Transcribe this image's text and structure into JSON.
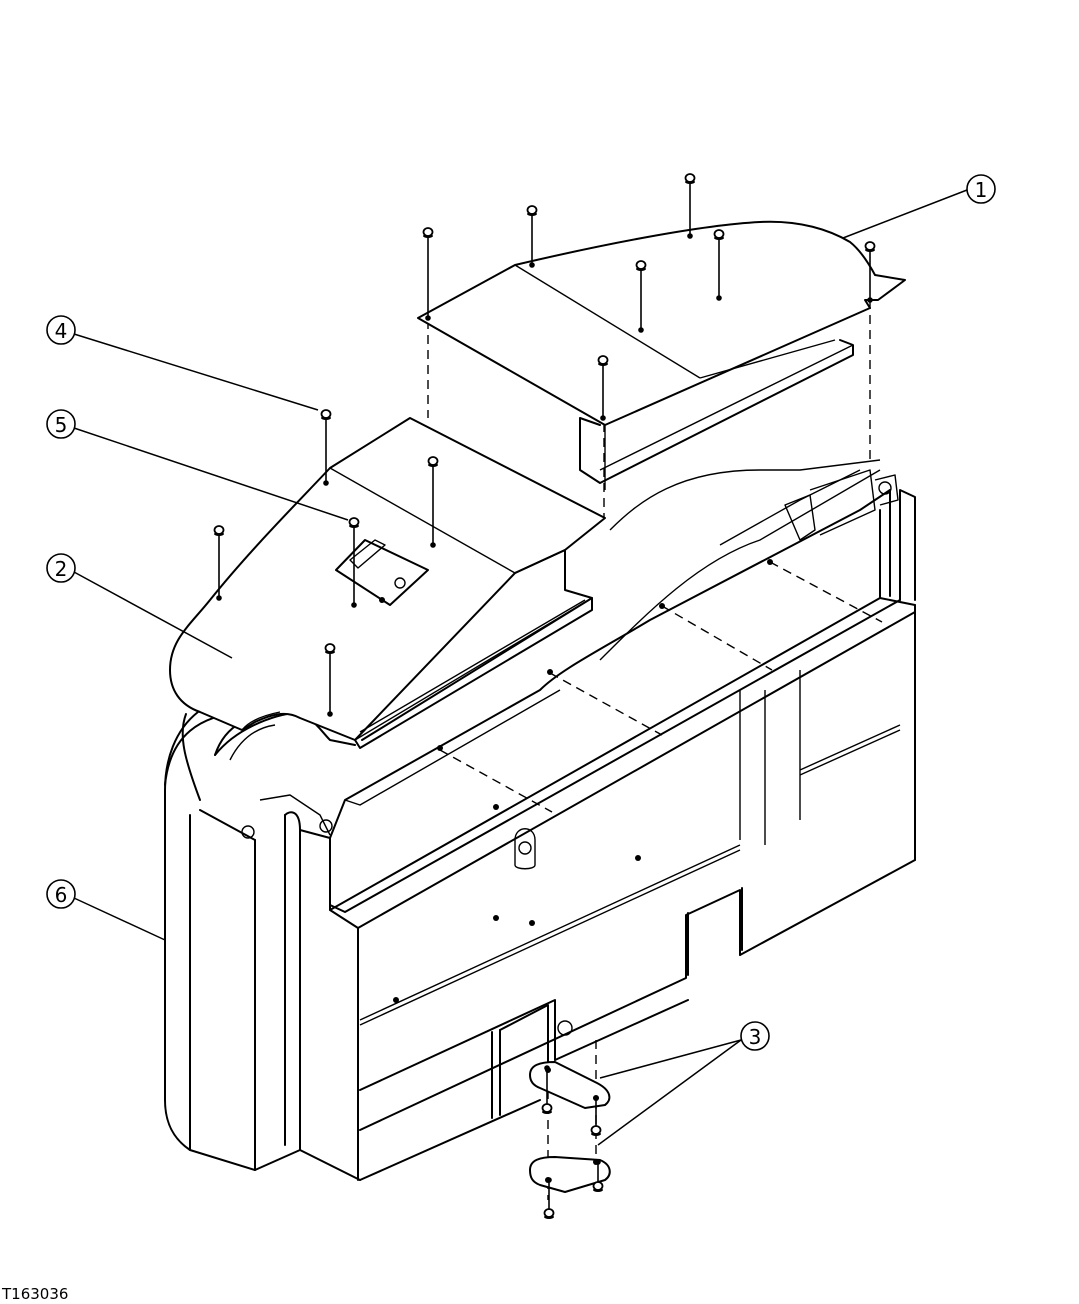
{
  "diagram": {
    "drawing_id": "T163036",
    "callouts": [
      {
        "id": "callout-1",
        "label": "1"
      },
      {
        "id": "callout-2",
        "label": "2"
      },
      {
        "id": "callout-3",
        "label": "3"
      },
      {
        "id": "callout-4",
        "label": "4"
      },
      {
        "id": "callout-5",
        "label": "5"
      },
      {
        "id": "callout-6",
        "label": "6"
      }
    ]
  }
}
